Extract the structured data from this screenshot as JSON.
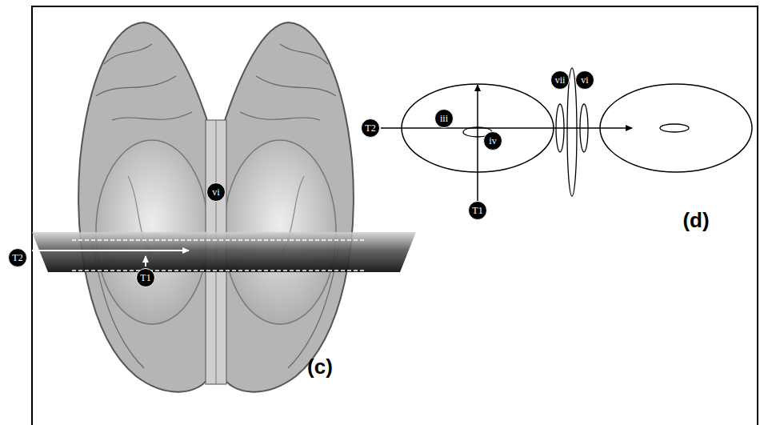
{
  "diagram": {
    "labels": [
      "T2",
      "vi",
      "T1",
      "(c)",
      "iii",
      "T2",
      "iv",
      "vii",
      "vi",
      "T1",
      "(d)"
    ]
  }
}
